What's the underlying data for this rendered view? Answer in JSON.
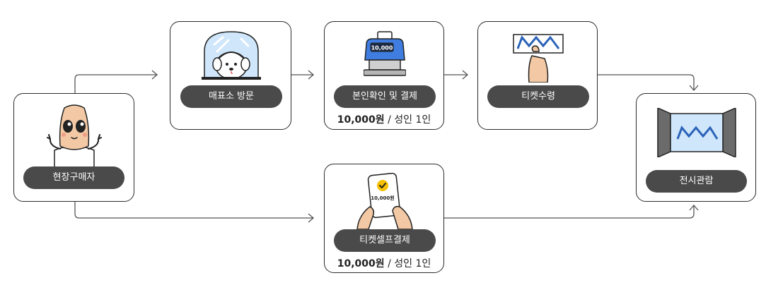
{
  "nodes": {
    "onsite": {
      "label": "현장구매자"
    },
    "visit": {
      "label": "매표소 방문"
    },
    "verify": {
      "label": "본인확인 및 결제",
      "price_amount": "10,000원",
      "price_note": " / 성인 1인",
      "machine_display": "10,000"
    },
    "ticket": {
      "label": "티켓수령"
    },
    "self_pay": {
      "label": "티켓셀프결제",
      "price_amount": "10,000원",
      "price_note": " / 성인 1인",
      "phone_display": "10,000원"
    },
    "exhibit": {
      "label": "전시관람"
    }
  },
  "colors": {
    "border": "#2b2b2b",
    "pill": "#4a4a4a",
    "pill_text": "#ffffff",
    "arrow": "#555555",
    "machine_blue": "#3f7de0",
    "sky_blue": "#cfe6fb",
    "check_yellow": "#f5c000",
    "skin": "#f2c9a4"
  }
}
